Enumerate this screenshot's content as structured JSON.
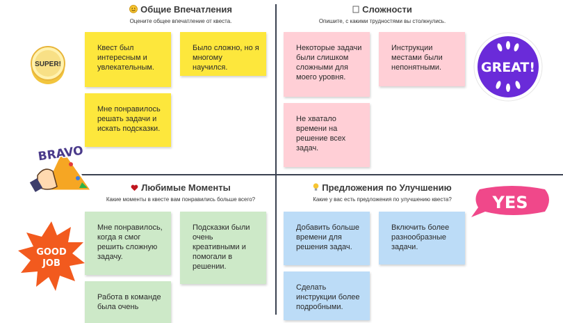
{
  "quadrants": {
    "overall": {
      "icon": "smile-face-icon",
      "title": "Общие Впечатления",
      "subtitle": "Оцените общее впечатление от квеста.",
      "notes": [
        "Квест был интересным и увлекательным.",
        "Было сложно, но я многому научился.",
        "Мне понравилось решать задачи и искать подсказки."
      ]
    },
    "difficulties": {
      "icon": "empty-box-icon",
      "title": "Сложности",
      "subtitle": "Опишите, с какими трудностями вы столкнулись.",
      "notes": [
        "Некоторые задачи были слишком сложными для моего уровня.",
        "Инструкции местами были непонятными.",
        "Не хватало времени на решение всех задач."
      ]
    },
    "favorite": {
      "icon": "heart-icon",
      "title": "Любимые Моменты",
      "subtitle": "Какие моменты в квесте вам понравились больше всего?",
      "notes": [
        "Мне понравилось, когда я смог решить сложную задачу.",
        "Подсказки были очень креативными и помогали в решении.",
        "Работа в команде была очень"
      ]
    },
    "suggestions": {
      "icon": "lightbulb-icon",
      "title": "Предложения по Улучшению",
      "subtitle": "Какие у вас есть предложения по улучшению квеста?",
      "notes": [
        "Добавить больше времени для решения задач.",
        "Включить более разнообразные задачи.",
        "Сделать инструкции более подробными."
      ]
    }
  },
  "stickers": {
    "super": "SUPER!",
    "great": "GREAT!",
    "bravo": "BRAVO",
    "yes": "YES",
    "good_job_line1": "GOOD",
    "good_job_line2": "JOB"
  },
  "colors": {
    "yellow_note": "#fde73c",
    "pink_note": "#ffcfd6",
    "green_note": "#cde9c8",
    "blue_note": "#bcdcf7",
    "great_purple": "#6a2bd9",
    "yes_pink": "#f0488a",
    "goodjob_orange": "#f25a1e"
  }
}
